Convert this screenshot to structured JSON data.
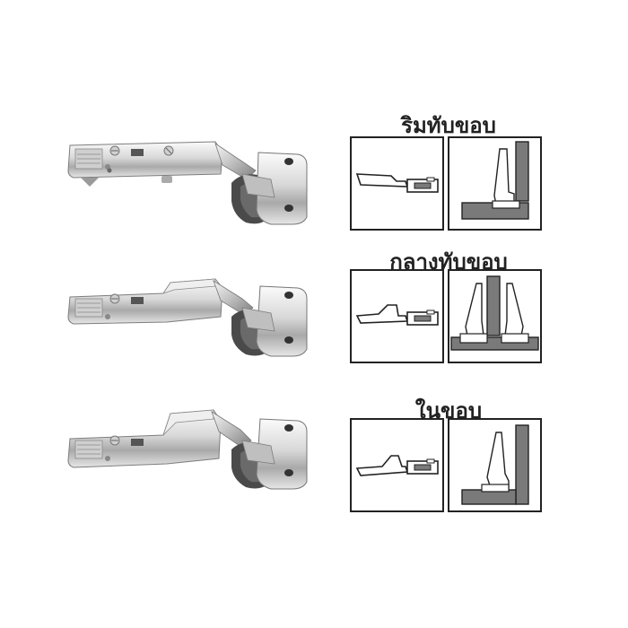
{
  "sections": [
    {
      "title": "ริมทับขอบ"
    },
    {
      "title": "กลางทับขอบ"
    },
    {
      "title": "ในขอบ"
    }
  ],
  "colors": {
    "panel_fill": "#7a7a7a",
    "outline": "#222222",
    "metal_light": "#e8e8e8",
    "metal_dark": "#8a8a8a",
    "cup_dark": "#4a4a4a"
  }
}
